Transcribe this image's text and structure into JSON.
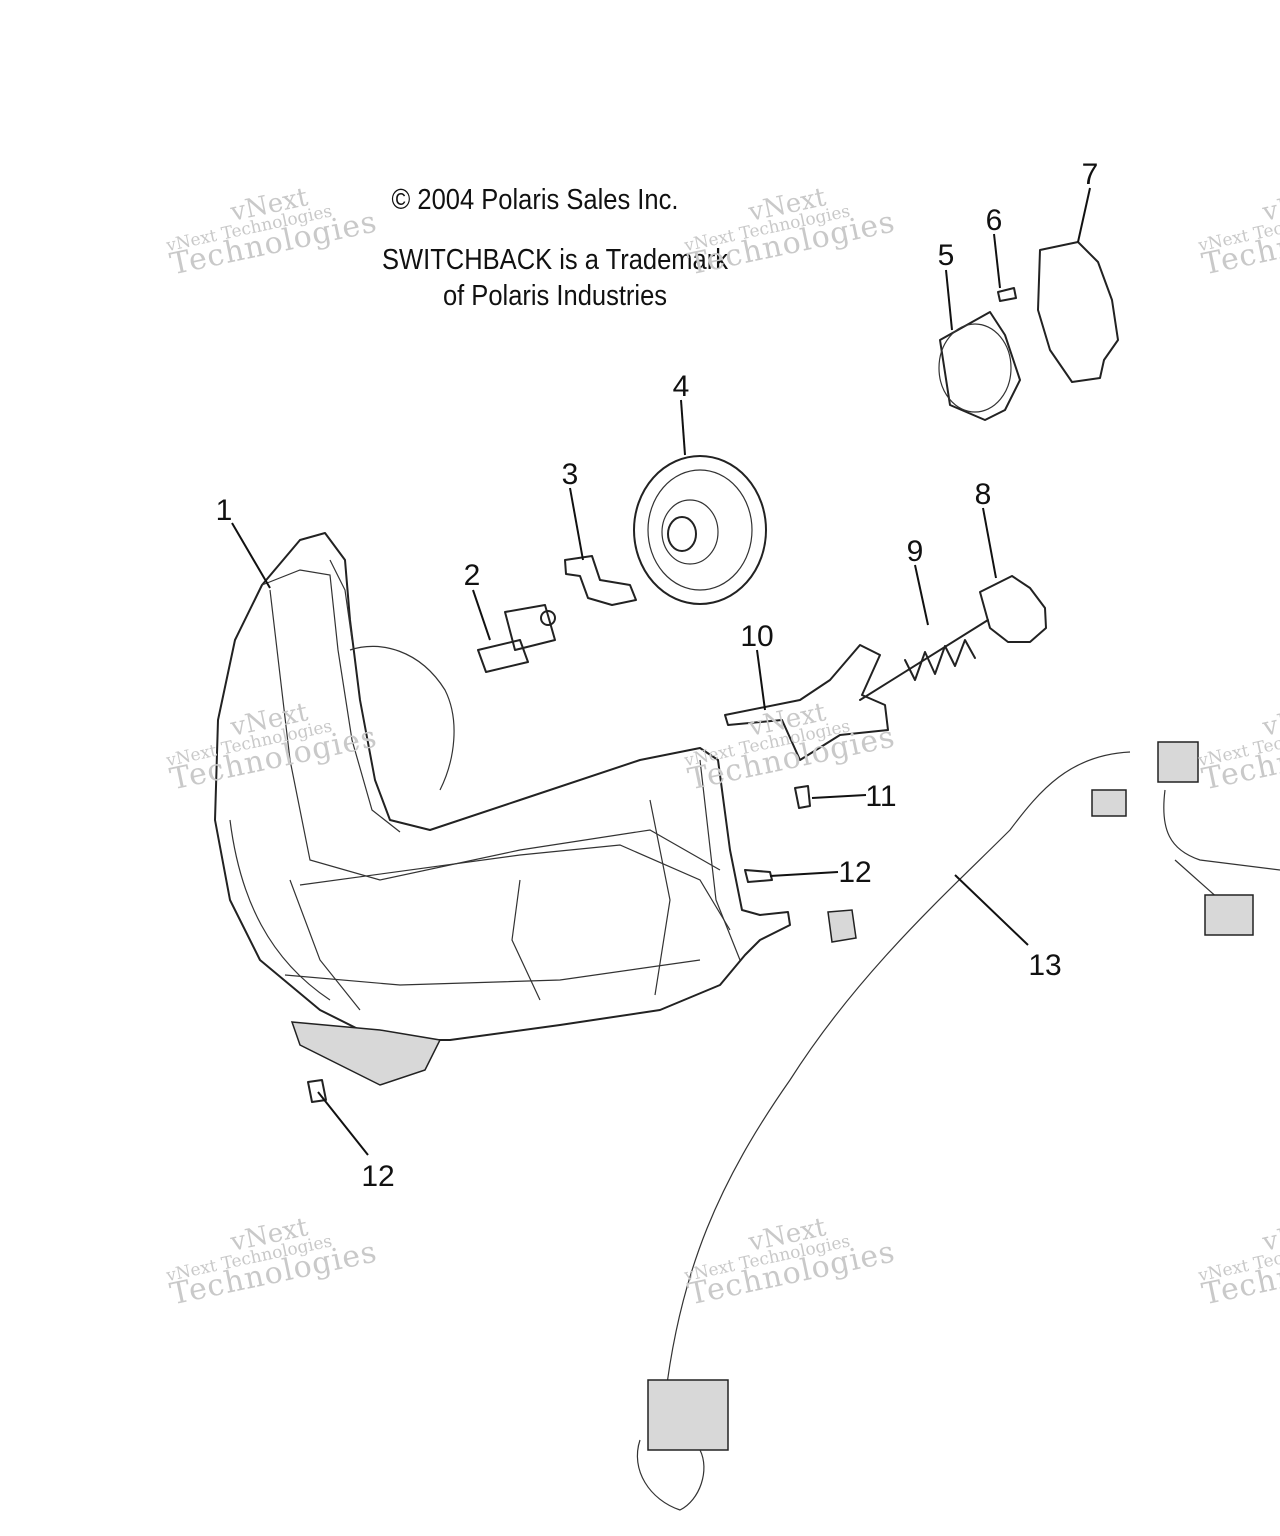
{
  "header": {
    "copyright": "© 2004 Polaris Sales Inc.",
    "trademark_line1": "SWITCHBACK is a Trademark",
    "trademark_line2": "of Polaris Industries"
  },
  "watermark": {
    "line1": "vNext",
    "line2": "vNext Technologies",
    "line3": "Technologies"
  },
  "callouts": [
    "1",
    "2",
    "3",
    "4",
    "5",
    "6",
    "7",
    "8",
    "9",
    "10",
    "11",
    "12",
    "12",
    "13"
  ]
}
